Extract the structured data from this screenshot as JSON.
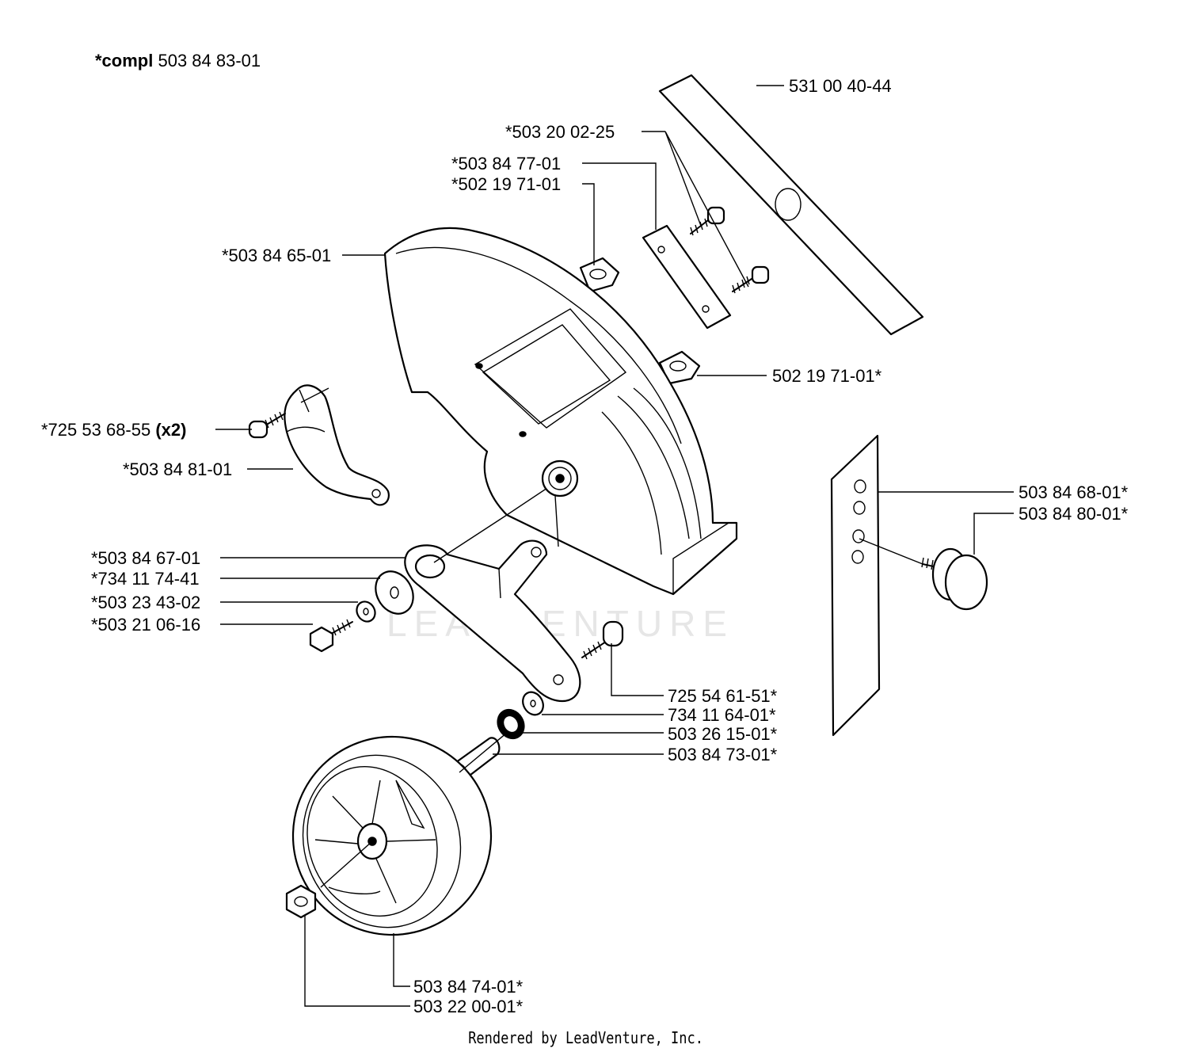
{
  "header": {
    "compl_prefix": "*compl",
    "compl_number": "503 84 83-01"
  },
  "parts": {
    "p_531004044": "531 00 40-44",
    "p_503200225": "*503 20 02-25",
    "p_503847701": "*503 84 77-01",
    "p_502197101a": "*502 19 71-01",
    "p_503846501": "*503 84 65-01",
    "p_502197101b": "502 19 71-01*",
    "p_725536855": "*725 53 68-55",
    "p_725536855_qty": "(x2)",
    "p_503848101": "*503 84 81-01",
    "p_503846801": "503 84 68-01*",
    "p_503848001": "503 84 80-01*",
    "p_503846701": "*503 84 67-01",
    "p_734117441": "*734 11 74-41",
    "p_503234302": "*503 23 43-02",
    "p_503210616": "*503 21 06-16",
    "p_725546151": "725 54 61-51*",
    "p_734116401": "734 11 64-01*",
    "p_503261501": "503 26 15-01*",
    "p_503847301": "503 84 73-01*",
    "p_503847401": "503 84 74-01*",
    "p_503220001": "503 22 00-01*"
  },
  "watermark": "LEADVENTURE",
  "footer": "Rendered by LeadVenture, Inc."
}
